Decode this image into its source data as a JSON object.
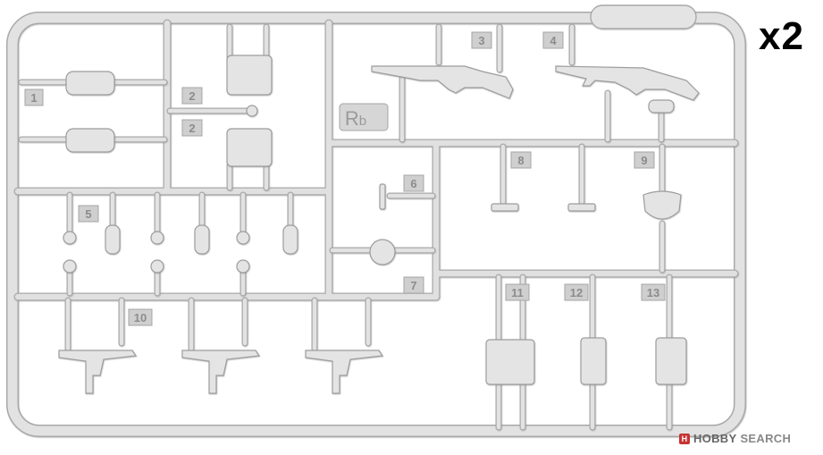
{
  "photo": {
    "multiplier": "x2",
    "sprue_code_main": "R",
    "sprue_code_sub": "b",
    "part_numbers": [
      "1",
      "2",
      "2",
      "3",
      "4",
      "5",
      "6",
      "7",
      "8",
      "9",
      "10",
      "11",
      "12",
      "13"
    ]
  },
  "watermark": {
    "logo": "H",
    "brand": "HOBBY",
    "word": "SEARCH"
  },
  "colors": {
    "plastic": "#dcdcdc",
    "plastic_edge": "#a8a8a8",
    "tag": "#c8c8c8",
    "background": "#ffffff"
  }
}
